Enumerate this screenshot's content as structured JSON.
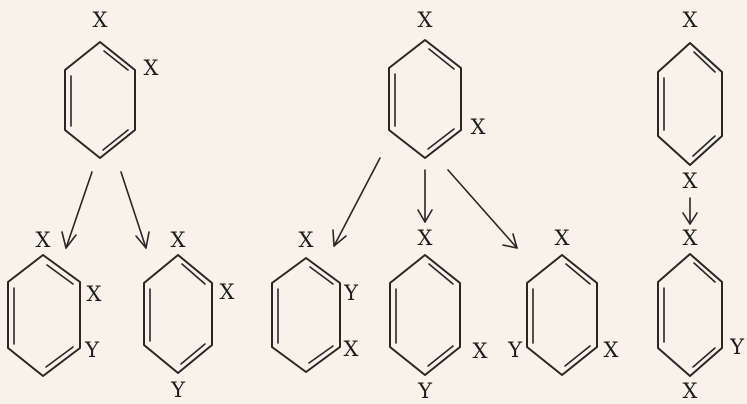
{
  "diagram": {
    "type": "benzene-substitution-scheme",
    "groups": [
      {
        "parent": {
          "substituents": [
            "X",
            "X"
          ],
          "pattern": "ortho"
        },
        "products": [
          {
            "substituents": [
              "X",
              "X",
              "Y"
            ]
          },
          {
            "substituents": [
              "X",
              "X",
              "Y"
            ]
          }
        ]
      },
      {
        "parent": {
          "substituents": [
            "X",
            "X"
          ],
          "pattern": "meta"
        },
        "products": [
          {
            "substituents": [
              "X",
              "Y",
              "X"
            ]
          },
          {
            "substituents": [
              "X",
              "X",
              "Y"
            ]
          },
          {
            "substituents": [
              "X",
              "Y",
              "X"
            ]
          }
        ]
      },
      {
        "parent": {
          "substituents": [
            "X",
            "X"
          ],
          "pattern": "para"
        },
        "products": [
          {
            "substituents": [
              "X",
              "Y",
              "X"
            ]
          }
        ]
      }
    ]
  },
  "labels": {
    "x": "X",
    "y": "Y"
  }
}
